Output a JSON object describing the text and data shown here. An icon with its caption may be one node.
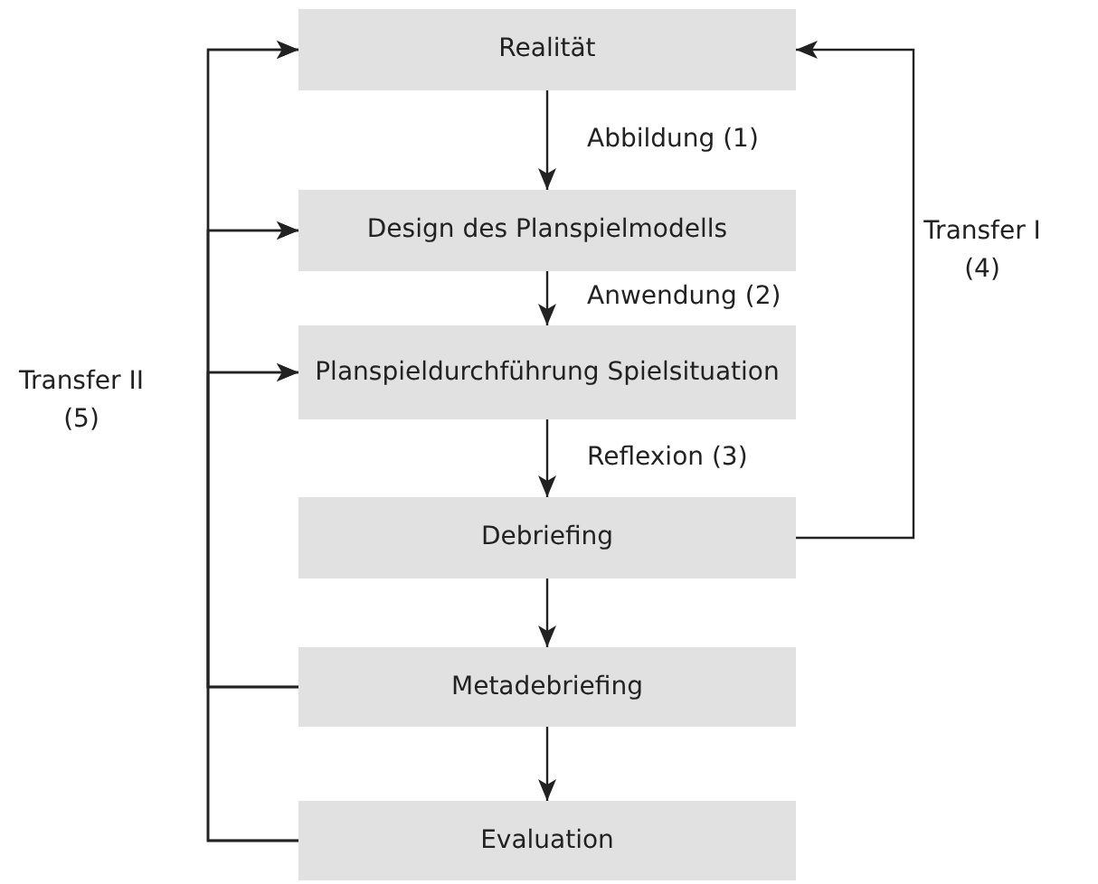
{
  "diagram": {
    "nodes": [
      {
        "text": [
          "Realität"
        ]
      },
      {
        "text": [
          "Design des Planspielmodells"
        ]
      },
      {
        "text": [
          "Planspieldurchführung Spielsituation"
        ]
      },
      {
        "text": [
          "Debriefing"
        ]
      },
      {
        "text": [
          "Metadebriefing"
        ]
      },
      {
        "text": [
          "Evaluation"
        ]
      }
    ],
    "edges": [
      {
        "from": 0,
        "to": 1,
        "arrow": "to",
        "label": "Abbildung (1)"
      },
      {
        "from": 1,
        "to": 2,
        "arrow": "to",
        "label": "Anwendung (2)"
      },
      {
        "from": 2,
        "to": 3,
        "arrow": "to",
        "label": "Reflexion (3)"
      },
      {
        "from": 3,
        "to": 4,
        "arrow": "to"
      },
      {
        "from": 4,
        "to": 5,
        "arrow": "to"
      },
      {
        "from": 3,
        "to": 0,
        "arrow": "to",
        "label": "Transfer I (4)"
      },
      {
        "from": 4,
        "to": 0,
        "arrow": "to"
      },
      {
        "from": 4,
        "to": 1,
        "arrow": "to"
      },
      {
        "from": 4,
        "to": 2,
        "arrow": "to"
      },
      {
        "from": 5,
        "to": 0,
        "arrow": "to"
      },
      {
        "from": 5,
        "to": 1,
        "arrow": "to"
      },
      {
        "from": 5,
        "to": 2,
        "arrow": "to",
        "label": "Transfer II (5)"
      }
    ]
  }
}
